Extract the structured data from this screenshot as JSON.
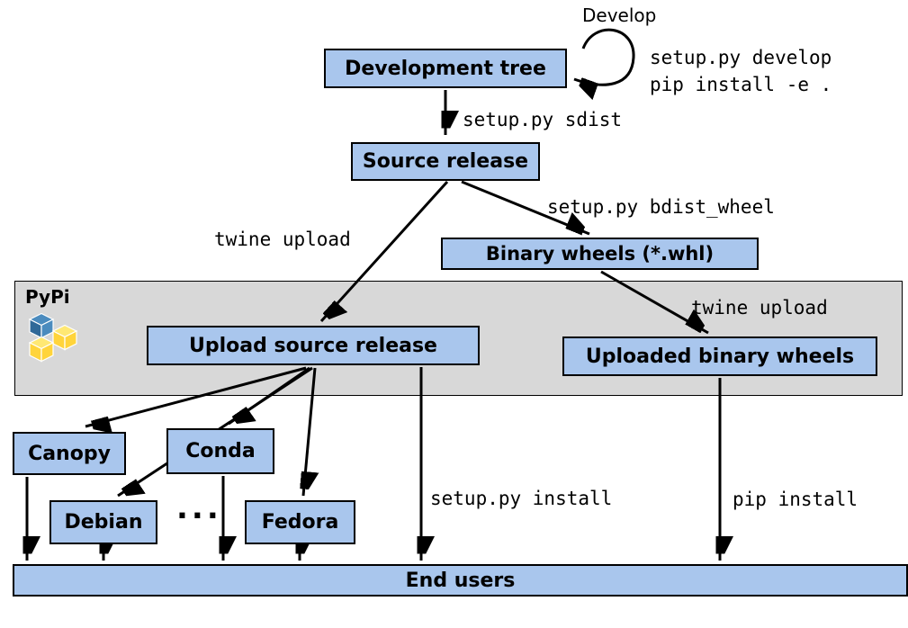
{
  "diagram": {
    "nodes": {
      "development_tree": "Development tree",
      "source_release": "Source release",
      "binary_wheels": "Binary wheels (*.whl)",
      "upload_source_release": "Upload source release",
      "uploaded_binary_wheels": "Uploaded binary wheels",
      "canopy": "Canopy",
      "conda": "Conda",
      "debian": "Debian",
      "fedora": "Fedora",
      "ellipsis": "...",
      "end_users": "End users"
    },
    "pypi": {
      "label": "PyPi"
    },
    "edge_labels": {
      "develop": "Develop",
      "develop_cmd_1": "setup.py develop",
      "develop_cmd_2": "pip install -e .",
      "sdist": "setup.py sdist",
      "twine_upload_source": "twine upload",
      "bdist_wheel": "setup.py bdist_wheel",
      "twine_upload_wheels": "twine upload",
      "setup_py_install": "setup.py install",
      "pip_install": "pip install"
    },
    "colors": {
      "box_fill": "#a9c6ed",
      "box_border": "#000000",
      "region_fill": "#d8d8d8",
      "pypi_blue": "#4b8bbe",
      "pypi_blue_dark": "#306998",
      "pypi_yellow": "#ffd43b",
      "pypi_yellow_light": "#ffe873"
    }
  }
}
